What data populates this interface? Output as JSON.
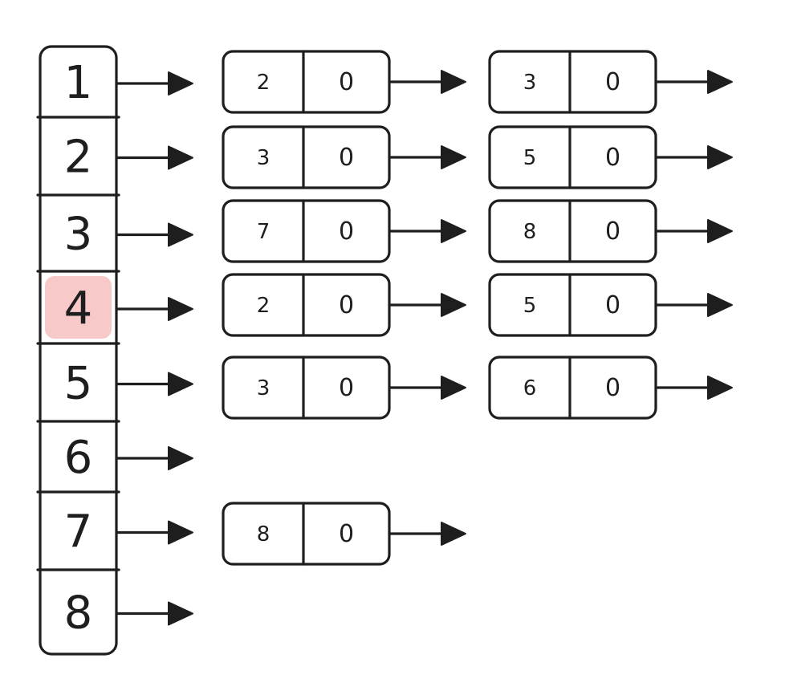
{
  "colors": {
    "ink": "#1e1e1e",
    "highlight": "#f8c9c9",
    "background": "#ffffff"
  },
  "head_array": [
    {
      "label": "1",
      "highlighted": false
    },
    {
      "label": "2",
      "highlighted": false
    },
    {
      "label": "3",
      "highlighted": false
    },
    {
      "label": "4",
      "highlighted": true
    },
    {
      "label": "5",
      "highlighted": false
    },
    {
      "label": "6",
      "highlighted": false
    },
    {
      "label": "7",
      "highlighted": false
    },
    {
      "label": "8",
      "highlighted": false
    }
  ],
  "lists": [
    {
      "nodes": [
        {
          "value": "2",
          "weight": "0"
        },
        {
          "value": "3",
          "weight": "0"
        }
      ]
    },
    {
      "nodes": [
        {
          "value": "3",
          "weight": "0"
        },
        {
          "value": "5",
          "weight": "0"
        }
      ]
    },
    {
      "nodes": [
        {
          "value": "7",
          "weight": "0"
        },
        {
          "value": "8",
          "weight": "0"
        }
      ]
    },
    {
      "nodes": [
        {
          "value": "2",
          "weight": "0"
        },
        {
          "value": "5",
          "weight": "0"
        }
      ]
    },
    {
      "nodes": [
        {
          "value": "3",
          "weight": "0"
        },
        {
          "value": "6",
          "weight": "0"
        }
      ]
    },
    {
      "nodes": []
    },
    {
      "nodes": [
        {
          "value": "8",
          "weight": "0"
        }
      ]
    },
    {
      "nodes": []
    }
  ]
}
